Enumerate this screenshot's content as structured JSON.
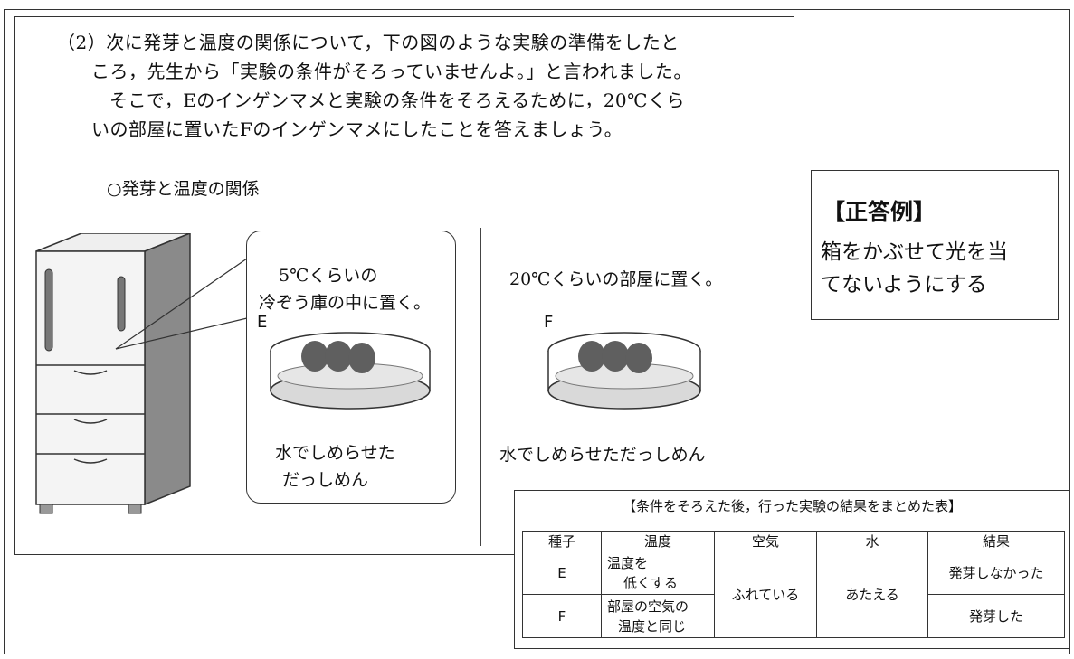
{
  "question": {
    "lines": [
      "（2）次に発芽と温度の関係について，下の図のような実験の準備をしたと",
      "ころ，先生から「実験の条件がそろっていませんよ。」と言われました。",
      "そこで，Eのインゲンマメと実験の条件をそろえるために，20℃くら",
      "いの部屋に置いたFのインゲンマメにしたことを答えましょう。"
    ],
    "section_title": "○発芽と温度の関係"
  },
  "figure": {
    "e_condition": [
      "5℃くらいの",
      "冷ぞう庫の中に置く。"
    ],
    "e_letter": "E",
    "e_caption": [
      "水でしめらせた",
      "だっしめん"
    ],
    "f_condition": "20℃くらいの部屋に置く。",
    "f_letter": "F",
    "f_caption": "水でしめらせただっしめん"
  },
  "answer": {
    "heading": "【正答例】",
    "lines": [
      "箱をかぶせて光を当",
      "てないようにする"
    ]
  },
  "result_table": {
    "title": "【条件をそろえた後，行った実験の結果をまとめた表】",
    "headers": [
      "種子",
      "温度",
      "空気",
      "水",
      "結果"
    ],
    "rows": [
      {
        "seed": "E",
        "temperature": [
          "温度を",
          "低くする"
        ],
        "result": "発芽しなかった"
      },
      {
        "seed": "F",
        "temperature": [
          "部屋の空気の",
          "温度と同じ"
        ],
        "result": "発芽した"
      }
    ],
    "air": "ふれている",
    "water": "あたえる"
  },
  "colors": {
    "line": "#333333",
    "bean": "#5f5f5f",
    "gauze": "#d9d9d9",
    "fridge_side": "#8a8a8a"
  }
}
